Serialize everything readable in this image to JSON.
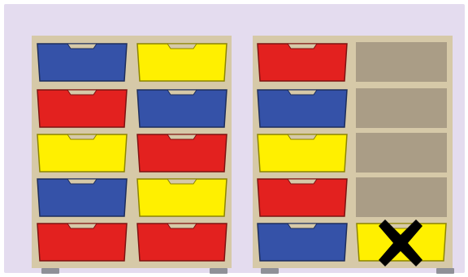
{
  "colors": {
    "background": "#e4dcef",
    "frame": "#d6c9a8",
    "empty_slot": "#aa9d86",
    "foot": "#8f9097",
    "mark": "#000000"
  },
  "drawer_colors": {
    "blue": "#3552a8",
    "red": "#e3211f",
    "yellow": "#fff000"
  },
  "left_unit": {
    "rows": [
      [
        "blue",
        "yellow"
      ],
      [
        "red",
        "blue"
      ],
      [
        "yellow",
        "red"
      ],
      [
        "blue",
        "yellow"
      ],
      [
        "red",
        "red"
      ]
    ]
  },
  "right_unit": {
    "rows": [
      [
        "red",
        "empty"
      ],
      [
        "blue",
        "empty"
      ],
      [
        "yellow",
        "empty"
      ],
      [
        "red",
        "empty"
      ],
      [
        "blue",
        "yellow"
      ]
    ]
  },
  "marked_drawer": {
    "unit": "right",
    "row": 5,
    "column": 2,
    "icon": "cross-mark-icon"
  }
}
